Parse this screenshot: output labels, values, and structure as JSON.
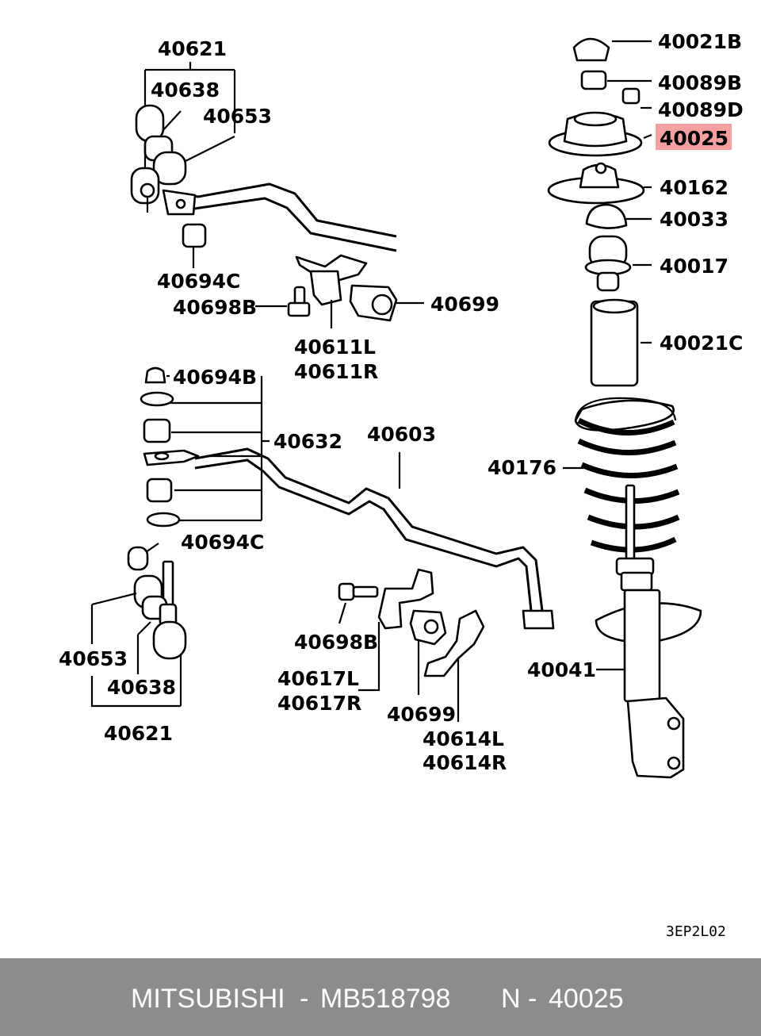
{
  "diagram": {
    "highlight_color": "#f5a0a0",
    "highlighted_part": "40025",
    "drawing_code": "3EP2L02",
    "labels": {
      "p40621_top": "40621",
      "p40638_top": "40638",
      "p40653_top": "40653",
      "p40694C_top": "40694C",
      "p40698B_top": "40698B",
      "p40611L": "40611L",
      "p40611R": "40611R",
      "p40699_top": "40699",
      "p40694B": "40694B",
      "p40632": "40632",
      "p40603": "40603",
      "p40694C_bottom": "40694C",
      "p40653_bottom": "40653",
      "p40638_bottom": "40638",
      "p40621_bottom": "40621",
      "p40698B_bottom": "40698B",
      "p40617L": "40617L",
      "p40617R": "40617R",
      "p40699_bottom": "40699",
      "p40614L": "40614L",
      "p40614R": "40614R",
      "p40021B": "40021B",
      "p40089B": "40089B",
      "p40089D": "40089D",
      "p40025": "40025",
      "p40162": "40162",
      "p40033": "40033",
      "p40017": "40017",
      "p40021C": "40021C",
      "p40176": "40176",
      "p40041": "40041"
    }
  },
  "footer": {
    "brand": "MITSUBISHI",
    "separator1": "-",
    "part_number": "MB518798",
    "n_label": "N",
    "separator2": "-",
    "n_value": "40025"
  }
}
